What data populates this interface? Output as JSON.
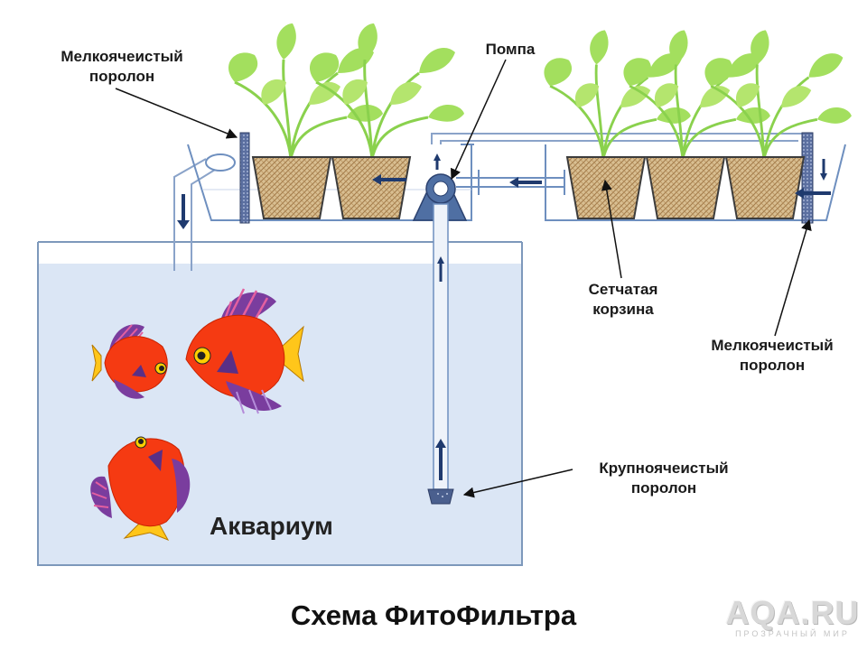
{
  "labels": {
    "foam_left": [
      "Мелкоячеистый",
      "поролон"
    ],
    "pump": "Помпа",
    "basket": [
      "Сетчатая",
      "корзина"
    ],
    "foam_right": [
      "Мелкоячеистый",
      "поролон"
    ],
    "coarse_foam": [
      "Крупноячеистый",
      "поролон"
    ],
    "aquarium": "Аквариум"
  },
  "title": "Схема ФитоФильтра",
  "watermark": {
    "logo": "AQA.RU",
    "tagline": "ПРОЗРАЧНЫЙ МИР"
  },
  "colors": {
    "water": "#dbe6f5",
    "tank_border": "#7d98bb",
    "pipe": "#6e8fbf",
    "foam": "#4a5f8e",
    "basket": "#c9ad7f",
    "leaf": "#9fdd5a",
    "fish_body": "#f53a12",
    "fish_stripes": "#7a3d9e",
    "fish_fin": "#ffc61a",
    "flow_arrow": "#1f3a6e"
  }
}
